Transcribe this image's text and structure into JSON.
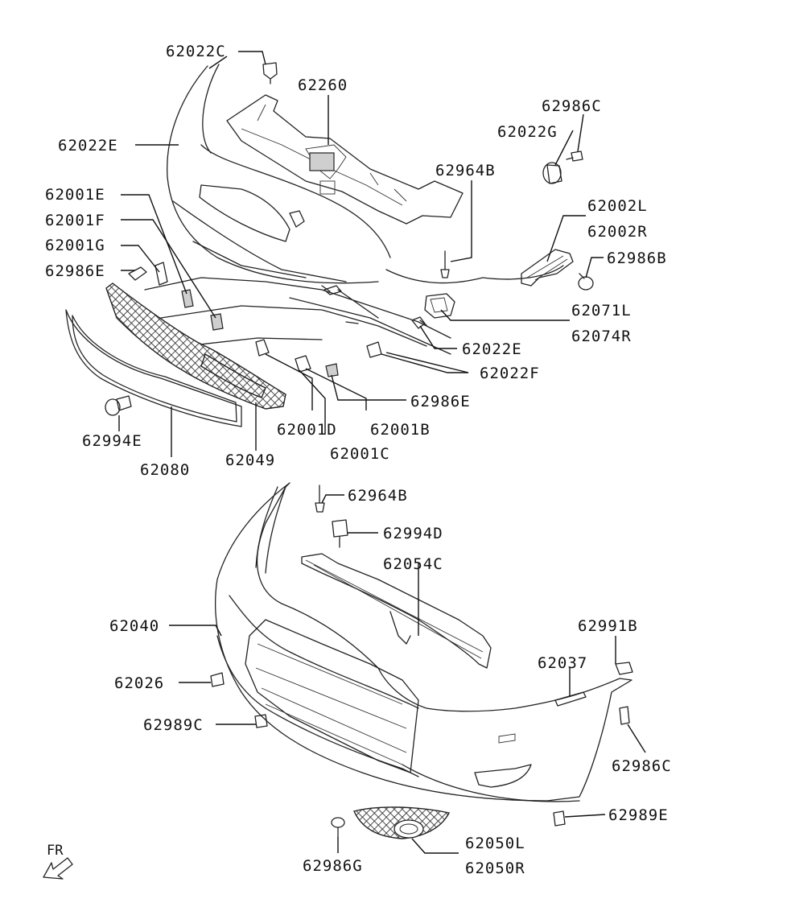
{
  "labels": {
    "l62022C": "62022C",
    "l62260": "62260",
    "l62986C_top": "62986C",
    "l62022G": "62022G",
    "l62022E_left": "62022E",
    "l62964B_top": "62964B",
    "l62001E": "62001E",
    "l62001F": "62001F",
    "l62001G": "62001G",
    "l62986E_left": "62986E",
    "l62002L": "62002L",
    "l62002R": "62002R",
    "l62986B": "62986B",
    "l62071L": "62071L",
    "l62074R": "62074R",
    "l62022E_right": "62022E",
    "l62022F": "62022F",
    "l62986E_mid": "62986E",
    "l62001D": "62001D",
    "l62001B": "62001B",
    "l62001C": "62001C",
    "l62994E": "62994E",
    "l62080": "62080",
    "l62049": "62049",
    "l62964B_bot": "62964B",
    "l62994D": "62994D",
    "l62054C": "62054C",
    "l62040": "62040",
    "l62991B": "62991B",
    "l62037": "62037",
    "l62026": "62026",
    "l62989C": "62989C",
    "l62986C_bot": "62986C",
    "l62989E": "62989E",
    "l62050L": "62050L",
    "l62050R": "62050R",
    "l62986G": "62986G",
    "front": "FR"
  }
}
